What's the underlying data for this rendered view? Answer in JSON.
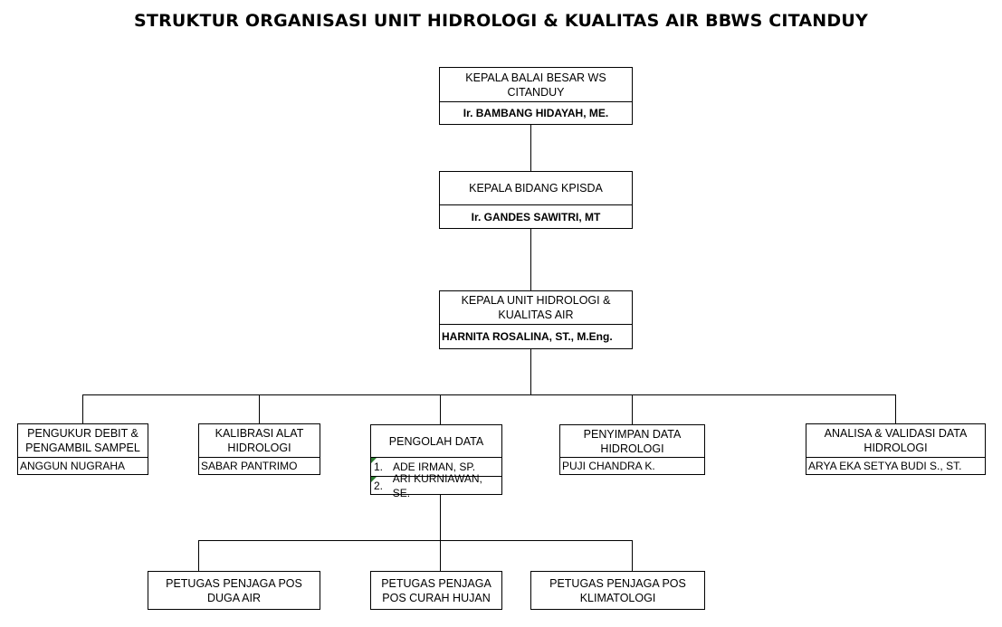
{
  "title": "STRUKTUR ORGANISASI UNIT HIDROLOGI & KUALITAS AIR BBWS CITANDUY",
  "nodes": {
    "kepala_balai": {
      "role": "KEPALA BALAI BESAR WS CITANDUY",
      "name": "Ir. BAMBANG HIDAYAH, ME."
    },
    "kepala_bidang": {
      "role": "KEPALA BIDANG KPISDA",
      "name": "Ir. GANDES SAWITRI, MT"
    },
    "kepala_unit": {
      "role": "KEPALA UNIT HIDROLOGI & KUALITAS AIR",
      "name": "HARNITA ROSALINA, ST., M.Eng."
    },
    "pengukur": {
      "role": "PENGUKUR DEBIT & PENGAMBIL SAMPEL",
      "name": "ANGGUN NUGRAHA"
    },
    "kalibrasi": {
      "role": "KALIBRASI ALAT HIDROLOGI",
      "name": "SABAR PANTRIMO"
    },
    "pengolah": {
      "role": "PENGOLAH DATA",
      "members": [
        {
          "num": "1.",
          "name": "ADE IRMAN, SP."
        },
        {
          "num": "2.",
          "name": "ARI KURNIAWAN, SE."
        }
      ]
    },
    "penyimpan": {
      "role": "PENYIMPAN DATA HIDROLOGI",
      "name": "PUJI CHANDRA K."
    },
    "analisa": {
      "role": "ANALISA & VALIDASI DATA HIDROLOGI",
      "name": "ARYA EKA SETYA BUDI S., ST."
    },
    "petugas_duga": {
      "role": "PETUGAS PENJAGA POS DUGA AIR"
    },
    "petugas_curah": {
      "role": "PETUGAS PENJAGA POS CURAH HUJAN"
    },
    "petugas_klimatologi": {
      "role": "PETUGAS PENJAGA POS KLIMATOLOGI"
    }
  }
}
